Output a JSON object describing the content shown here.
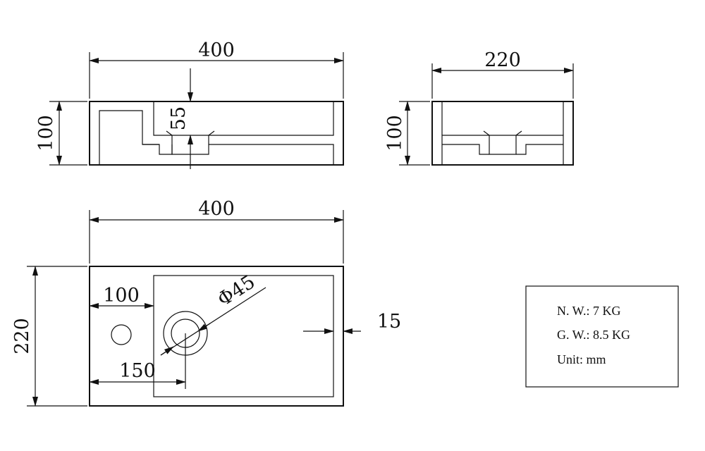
{
  "dimensions": {
    "front_width": "400",
    "front_height": "100",
    "drain_depth": "55",
    "side_width": "220",
    "side_height": "100",
    "top_width": "400",
    "top_depth": "220",
    "tap_hole_offset": "100",
    "drain_offset": "150",
    "drain_diameter": "Φ45",
    "wall_thickness": "15"
  },
  "specs": {
    "net_weight": "N. W.: 7 KG",
    "gross_weight": "G. W.: 8.5 KG",
    "unit": "Unit: mm"
  }
}
